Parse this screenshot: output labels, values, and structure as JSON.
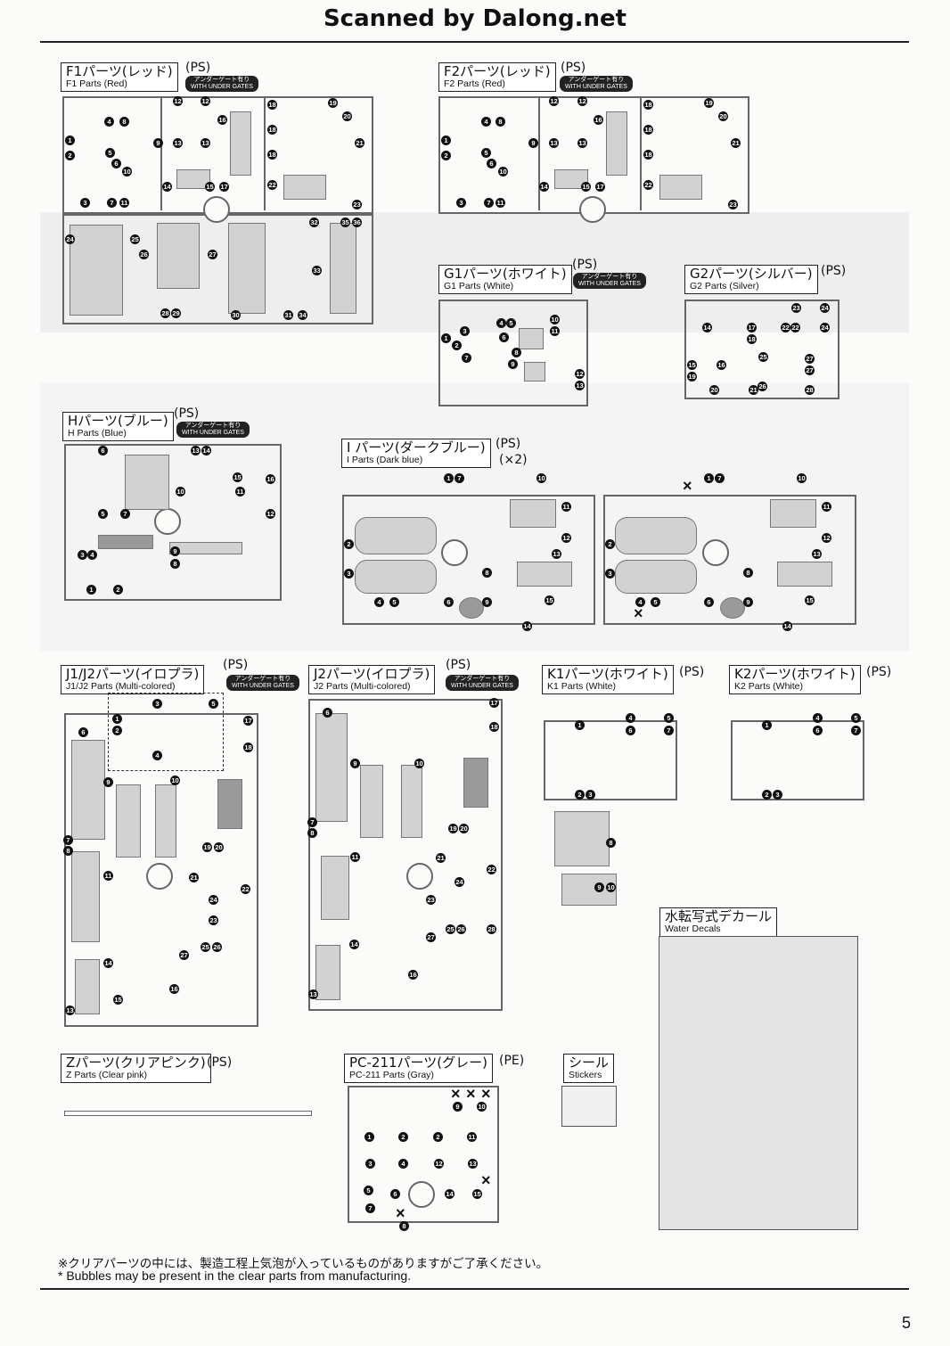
{
  "header": {
    "watermark": "Scanned by Dalong.net"
  },
  "under_gates": {
    "jp": "アンダーゲート有り",
    "en": "WITH UNDER GATES"
  },
  "parts": {
    "f1": {
      "jp": "F1パーツ(レッド)",
      "en": "F1 Parts (Red)",
      "mat": "(PS)"
    },
    "f2": {
      "jp": "F2パーツ(レッド)",
      "en": "F2 Parts (Red)",
      "mat": "(PS)"
    },
    "g1": {
      "jp": "G1パーツ(ホワイト)",
      "en": "G1 Parts (White)",
      "mat": "(PS)"
    },
    "g2": {
      "jp": "G2パーツ(シルバー)",
      "en": "G2 Parts (Silver)",
      "mat": "(PS)"
    },
    "h": {
      "jp": "Hパーツ(ブルー)",
      "en": "H Parts (Blue)",
      "mat": "(PS)"
    },
    "i": {
      "jp": "I パーツ(ダークブルー)",
      "en": "I Parts (Dark blue)",
      "mat": "(PS)",
      "qty": "(×2)"
    },
    "j1": {
      "jp": "J1/J2パーツ(イロプラ)",
      "en": "J1/J2 Parts (Multi-colored)",
      "mat": "(PS)"
    },
    "j2": {
      "jp": "J2パーツ(イロプラ)",
      "en": "J2 Parts (Multi-colored)",
      "mat": "(PS)"
    },
    "k1": {
      "jp": "K1パーツ(ホワイト)",
      "en": "K1 Parts (White)",
      "mat": "(PS)"
    },
    "k2": {
      "jp": "K2パーツ(ホワイト)",
      "en": "K2 Parts (White)",
      "mat": "(PS)"
    },
    "z": {
      "jp": "Zパーツ(クリアピンク)",
      "en": "Z Parts (Clear pink)",
      "mat": "(PS)"
    },
    "pc": {
      "jp": "PC-211パーツ(グレー)",
      "en": "PC-211 Parts (Gray)",
      "mat": "(PE)"
    }
  },
  "decals": {
    "jp": "水転写式デカール",
    "en": "Water Decals"
  },
  "stickers": {
    "jp": "シール",
    "en": "Stickers"
  },
  "footer": {
    "note_jp": "※クリアパーツの中には、製造工程上気泡が入っているものがありますがご了承ください。",
    "note_en": "* Bubbles may be present in the clear parts from manufacturing.",
    "page": "5"
  }
}
